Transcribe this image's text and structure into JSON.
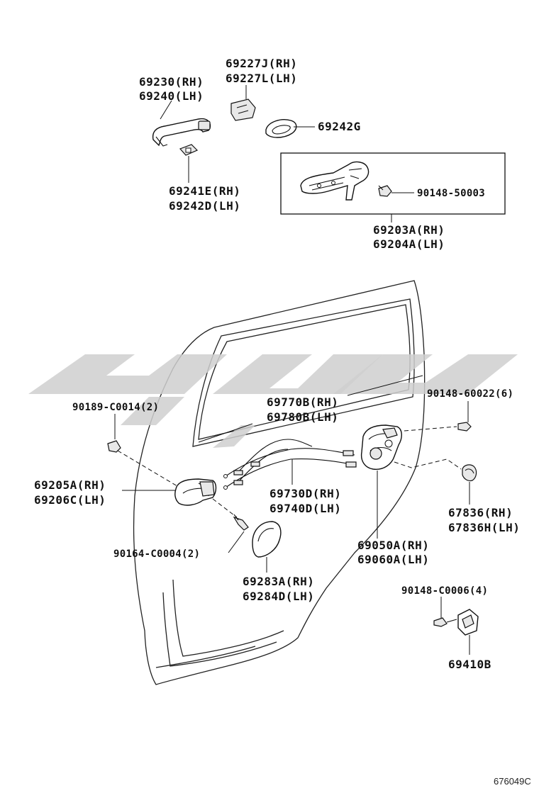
{
  "labels": {
    "p69230": "69230(RH)",
    "p69240": "69240(LH)",
    "p69227J": "69227J(RH)",
    "p69227L": "69227L(LH)",
    "p69242G": "69242G",
    "p69241E": "69241E(RH)",
    "p69242D": "69242D(LH)",
    "p90148_50003": "90148-50003",
    "p69203A": "69203A(RH)",
    "p69204A": "69204A(LH)",
    "p90189": "90189-C0014(2)",
    "p69770B": "69770B(RH)",
    "p69780B": "69780B(LH)",
    "p90148_60022": "90148-60022(6)",
    "p69205A": "69205A(RH)",
    "p69206C": "69206C(LH)",
    "p69730D": "69730D(RH)",
    "p69740D": "69740D(LH)",
    "p67836": "67836(RH)",
    "p67836H": "67836H(LH)",
    "p90164": "90164-C0004(2)",
    "p69050A": "69050A(RH)",
    "p69060A": "69060A(LH)",
    "p69283A": "69283A(RH)",
    "p69284D": "69284D(LH)",
    "p90148_C0006": "90148-C0006(4)",
    "p69410B": "69410B"
  },
  "diagram_code": "676049C",
  "colors": {
    "line": "#111111",
    "watermark": "#cfcfcf"
  }
}
